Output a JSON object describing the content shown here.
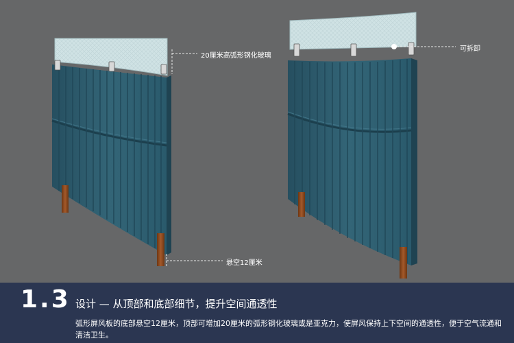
{
  "callouts": {
    "glass": "20厘米高弧形钢化玻璃",
    "removable": "可拆卸",
    "gap": "悬空12厘米"
  },
  "section": {
    "number": "1.3",
    "title": "设计 — 从顶部和底部细节，提升空间通透性",
    "body": "弧形屏风板的底部悬空12厘米，顶部可增加20厘米的弧形钢化玻璃或是亚克力，使屏风保持上下空间的通透性，便于空气流通和清洁卫生。"
  },
  "colors": {
    "background": "#666768",
    "panel": "#2e5d70",
    "glass": "#cfe2e4",
    "leg": "#8b4a1d",
    "footer": "#2b3651"
  }
}
